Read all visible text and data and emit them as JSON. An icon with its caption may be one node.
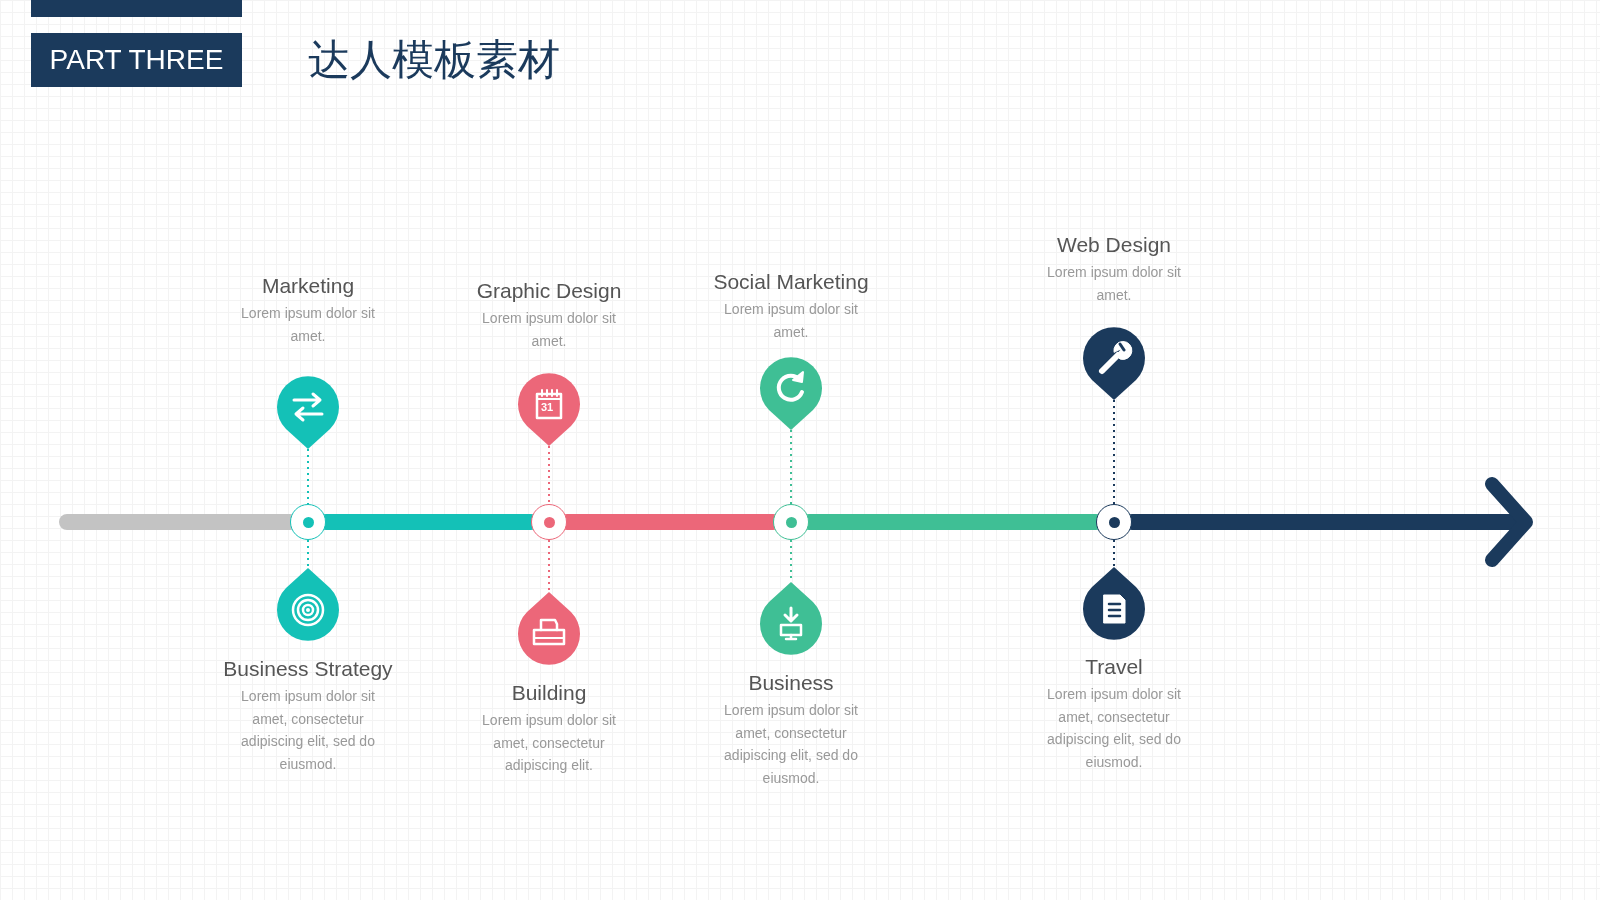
{
  "diagram": {
    "title": "达人模板素材",
    "nodes": [
      {
        "text": [
          "PART THREE"
        ]
      },
      {
        "text": [
          "Marketing",
          "Lorem ipsum dolor sit amet."
        ]
      },
      {
        "text": [
          "Graphic Design",
          "Lorem ipsum dolor sit amet."
        ]
      },
      {
        "text": [
          "Social Marketing",
          "Lorem ipsum dolor sit amet."
        ]
      },
      {
        "text": [
          "Web Design",
          "Lorem ipsum dolor sit amet."
        ]
      },
      {
        "text": [],
        "shape": "circle"
      },
      {
        "text": [],
        "shape": "circle"
      },
      {
        "text": [],
        "shape": "circle"
      },
      {
        "text": [],
        "shape": "circle"
      },
      {
        "text": [
          "Business Strategy",
          "Lorem ipsum dolor sit amet, consectetur adipiscing elit, sed do eiusmod."
        ]
      },
      {
        "text": [
          "Building",
          "Lorem ipsum dolor sit amet, consectetur adipiscing elit."
        ]
      },
      {
        "text": [
          "Business",
          "Lorem ipsum dolor sit amet, consectetur adipiscing elit, sed do eiusmod."
        ]
      },
      {
        "text": [
          "Travel",
          "Lorem ipsum dolor sit amet, consectetur adipiscing elit, sed do eiusmod."
        ]
      }
    ],
    "edges": [
      {
        "from": null,
        "to": 5,
        "arrow": "none",
        "style": "thick",
        "color": "#c3c3c3"
      },
      {
        "from": 5,
        "to": 6,
        "arrow": "none",
        "style": "thick",
        "color": "#14c1b7"
      },
      {
        "from": 6,
        "to": 7,
        "arrow": "none",
        "style": "thick",
        "color": "#ec6779"
      },
      {
        "from": 7,
        "to": 8,
        "arrow": "none",
        "style": "thick",
        "color": "#3fbf95"
      },
      {
        "from": 8,
        "to": null,
        "arrow": "to",
        "style": "thick",
        "color": "#1b3a5c"
      },
      {
        "from": 1,
        "to": 5,
        "arrow": "none",
        "style": "dashed",
        "color": "#14c1b7"
      },
      {
        "from": 2,
        "to": 6,
        "arrow": "none",
        "style": "dashed",
        "color": "#ec6779"
      },
      {
        "from": 3,
        "to": 7,
        "arrow": "none",
        "style": "dashed",
        "color": "#3fbf95"
      },
      {
        "from": 4,
        "to": 8,
        "arrow": "none",
        "style": "dashed",
        "color": "#1b3a5c"
      },
      {
        "from": 5,
        "to": 9,
        "arrow": "none",
        "style": "dashed",
        "color": "#14c1b7"
      },
      {
        "from": 6,
        "to": 10,
        "arrow": "none",
        "style": "dashed",
        "color": "#ec6779"
      },
      {
        "from": 7,
        "to": 11,
        "arrow": "none",
        "style": "dashed",
        "color": "#3fbf95"
      },
      {
        "from": 8,
        "to": 12,
        "arrow": "none",
        "style": "dashed",
        "color": "#1b3a5c"
      }
    ],
    "labels": [
      "31"
    ]
  }
}
